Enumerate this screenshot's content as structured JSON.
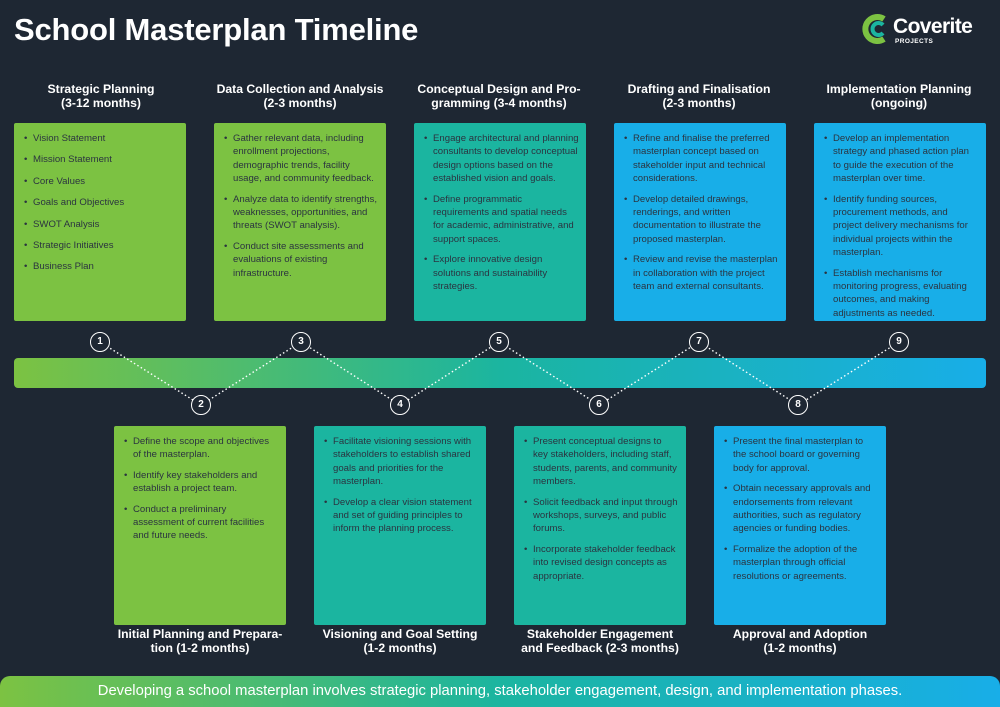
{
  "header": {
    "title": "School Masterplan Timeline",
    "logo_name": "Coverite",
    "logo_sub": "PROJECTS"
  },
  "colors": {
    "background": "#1e2733",
    "green": "#7cc242",
    "teal": "#1bb5a0",
    "blue": "#18aee8",
    "card_text": "#2b3440"
  },
  "phases": [
    {
      "number": "1",
      "title_line1": "Strategic Planning",
      "title_line2": "(3-12 months)",
      "items": [
        "Vision Statement",
        "Mission Statement",
        "Core Values",
        "Goals and Objectives",
        "SWOT Analysis",
        "Strategic Initiatives",
        "Business Plan"
      ]
    },
    {
      "number": "2",
      "title_line1": "Initial Planning and Prepara-",
      "title_line2": "tion (1-2 months)",
      "items": [
        "Define the scope and objectives of the masterplan.",
        "Identify key stakeholders and establish a project team.",
        "Conduct a preliminary assessment of current facilities and future needs."
      ]
    },
    {
      "number": "3",
      "title_line1": "Data Collection and Analysis",
      "title_line2": "(2-3 months)",
      "items": [
        "Gather relevant data, including enrollment projections, demographic trends, facility usage, and community feedback.",
        "Analyze data to identify strengths, weaknesses, opportunities, and threats (SWOT analysis).",
        "Conduct site assessments and evaluations of existing infrastructure."
      ]
    },
    {
      "number": "4",
      "title_line1": "Visioning and Goal Setting",
      "title_line2": "(1-2 months)",
      "items": [
        "Facilitate visioning sessions with stakeholders to establish shared goals and priorities for the masterplan.",
        "Develop a clear vision statement and set of guiding principles to inform the planning process."
      ]
    },
    {
      "number": "5",
      "title_line1": "Conceptual Design and Pro-",
      "title_line2": "gramming (3-4 months)",
      "items": [
        "Engage architectural and planning consultants to develop conceptual design options based on the established vision and goals.",
        "Define programmatic requirements and spatial needs for academic, administrative, and support spaces.",
        "Explore innovative design solutions and sustainability strategies."
      ]
    },
    {
      "number": "6",
      "title_line1": "Stakeholder Engagement",
      "title_line2": "and Feedback (2-3 months)",
      "items": [
        "Present conceptual designs to key stakeholders, including staff, students, parents, and community members.",
        "Solicit feedback and input through workshops, surveys, and public forums.",
        "Incorporate stakeholder feedback into revised design concepts as appropriate."
      ]
    },
    {
      "number": "7",
      "title_line1": "Drafting and Finalisation",
      "title_line2": "(2-3 months)",
      "items": [
        "Refine and finalise the preferred masterplan concept based on stakeholder input and technical considerations.",
        "Develop detailed drawings, renderings, and written documentation to illustrate the proposed masterplan.",
        "Review and revise the masterplan in collaboration with the project team and external consultants."
      ]
    },
    {
      "number": "8",
      "title_line1": "Approval and Adoption",
      "title_line2": "(1-2 months)",
      "items": [
        "Present the final masterplan to the school board or governing body for approval.",
        "Obtain necessary approvals and endorsements from relevant authorities, such as regulatory agencies or funding bodies.",
        "Formalize the adoption of the masterplan through official resolutions or agreements."
      ]
    },
    {
      "number": "9",
      "title_line1": "Implementation Planning",
      "title_line2": "(ongoing)",
      "items": [
        "Develop an implementation strategy and phased action plan to guide the execution of the masterplan over time.",
        "Identify funding sources, procurement methods, and project delivery mechanisms for individual projects within the masterplan.",
        "Establish mechanisms for monitoring progress, evaluating outcomes, and making adjustments as needed."
      ]
    }
  ],
  "footer": {
    "text": "Developing a school masterplan involves strategic planning, stakeholder engagement, design, and implementation phases."
  }
}
